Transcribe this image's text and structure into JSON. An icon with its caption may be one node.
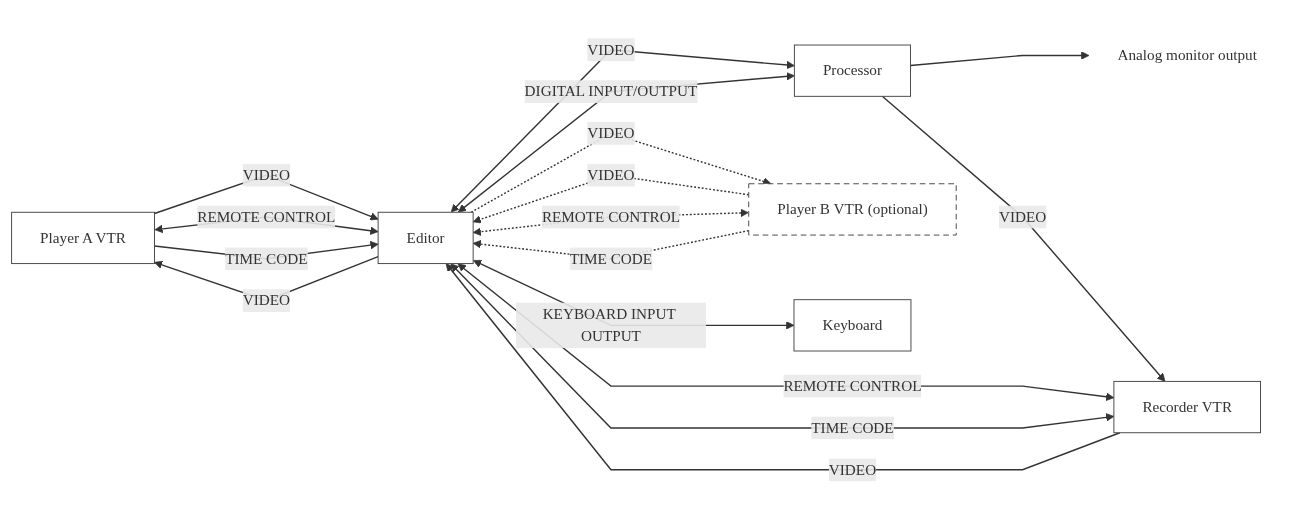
{
  "diagram": {
    "nodes": [
      {
        "text": [
          "Player A VTR"
        ]
      },
      {
        "text": [
          "Editor"
        ]
      },
      {
        "text": [
          "Processor"
        ]
      },
      {
        "text": [
          "Player B VTR (optional)"
        ]
      },
      {
        "text": [
          "Recorder VTR"
        ]
      },
      {
        "text": [
          "Keyboard"
        ]
      },
      {
        "text": [
          "Analog monitor output"
        ]
      }
    ],
    "edges": [
      {
        "from": 1,
        "to": 0,
        "arrow": "to",
        "label": "VIDEO"
      },
      {
        "from": 0,
        "to": 1,
        "arrow": "to",
        "label": "VIDEO"
      },
      {
        "from": 0,
        "to": 1,
        "arrow": "both",
        "label": "REMOTE CONTROL"
      },
      {
        "from": 0,
        "to": 1,
        "arrow": "to",
        "label": "TIME CODE"
      },
      {
        "from": 1,
        "to": 2,
        "arrow": "both",
        "label": "VIDEO"
      },
      {
        "from": 1,
        "to": 2,
        "arrow": "both",
        "label": "DIGITAL INPUT/OUTPUT"
      },
      {
        "from": 2,
        "to": 6,
        "arrow": "to"
      },
      {
        "from": 1,
        "to": 3,
        "arrow": "to",
        "label": "VIDEO",
        "style": "dashed"
      },
      {
        "from": 3,
        "to": 1,
        "arrow": "to",
        "label": "VIDEO",
        "style": "dashed"
      },
      {
        "from": 3,
        "to": 1,
        "arrow": "both",
        "label": "REMOTE CONTROL",
        "style": "dashed"
      },
      {
        "from": 3,
        "to": 1,
        "arrow": "to",
        "label": "TIME CODE",
        "style": "dashed"
      },
      {
        "from": 2,
        "to": 4,
        "arrow": "to",
        "label": "VIDEO"
      },
      {
        "from": 4,
        "to": 1,
        "arrow": "to",
        "label": "VIDEO"
      },
      {
        "from": 1,
        "to": 4,
        "arrow": "both",
        "label": "REMOTE CONTROL"
      },
      {
        "from": 1,
        "to": 4,
        "arrow": "both",
        "label": "TIME CODE"
      },
      {
        "from": 1,
        "to": 5,
        "arrow": "both",
        "label": "KEYBOARD INPUT OUTPUT"
      }
    ]
  }
}
